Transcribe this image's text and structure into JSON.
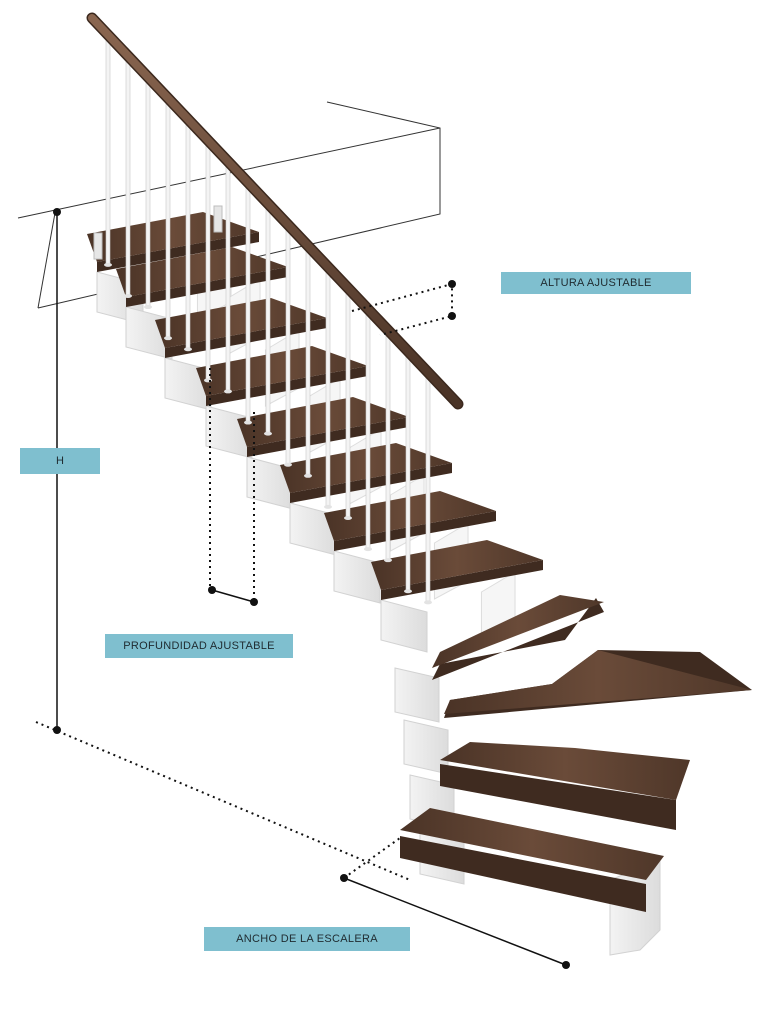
{
  "labels": {
    "height": "H",
    "adjustable_height": "ALTURA AJUSTABLE",
    "adjustable_depth": "PROFUNDIDAD AJUSTABLE",
    "stair_width": "ANCHO DE LA ESCALERA"
  },
  "colors": {
    "tread_wood": "#5a3f30",
    "tread_wood_dark": "#3f2b20",
    "stringer_white": "#ececec",
    "stringer_shade": "#d2d2d2",
    "handrail_wood": "#6a4a36",
    "baluster_white": "#f4f4f4",
    "label_bg": "#7fbfcf",
    "dimension_line": "#111111",
    "floor_outline": "#333333"
  },
  "icons": [
    "staircase-illustration",
    "dimension-marker-dot"
  ]
}
